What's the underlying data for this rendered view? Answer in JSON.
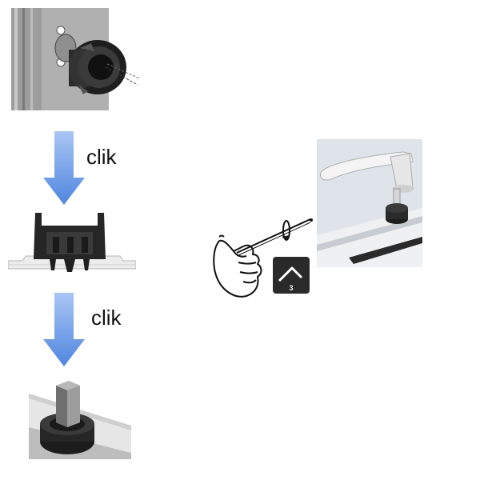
{
  "steps": {
    "step1_label": "clik",
    "step2_label": "clik"
  },
  "tool": {
    "hex_size": "3"
  },
  "colors": {
    "arrow_blue": "#5b8fe0",
    "part_black": "#1f1f1f",
    "frame_grey": "#a8a8a8",
    "badge_bg": "#2a2a2a"
  }
}
